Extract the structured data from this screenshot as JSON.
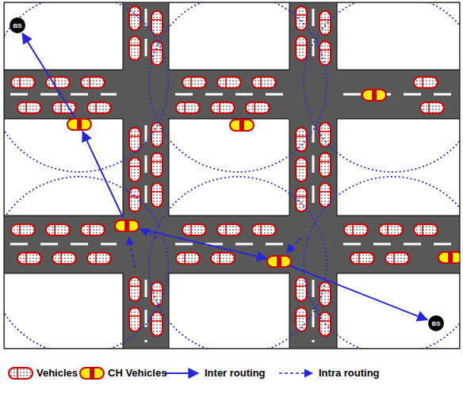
{
  "diagram": {
    "nodes": [
      {
        "text": [
          "BS"
        ]
      },
      {
        "text": [
          "BS"
        ]
      }
    ],
    "legend": [
      {
        "text": "Vehicles"
      },
      {
        "text": "CH Vehicles"
      },
      {
        "text": "Inter routing"
      },
      {
        "text": "Intra routing"
      }
    ]
  }
}
